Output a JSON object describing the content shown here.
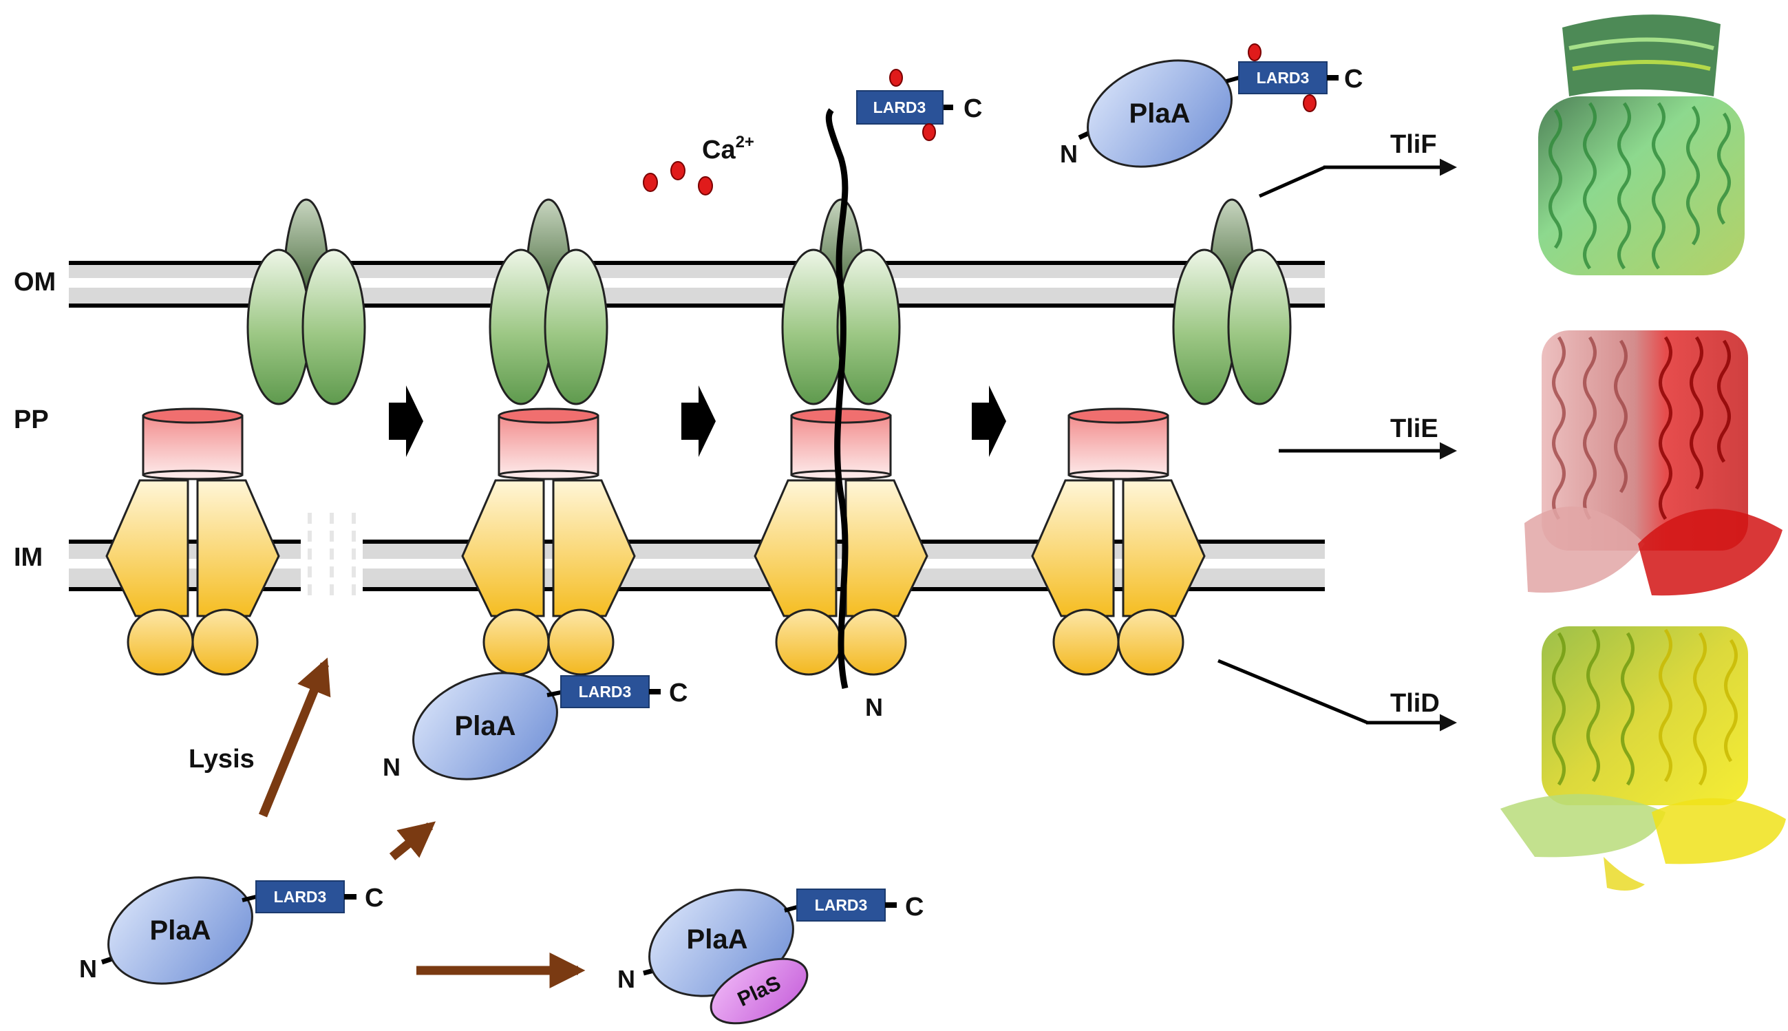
{
  "layers": {
    "om": "OM",
    "pp": "PP",
    "im": "IM"
  },
  "ion": {
    "base": "Ca",
    "sup": "2+"
  },
  "protein": {
    "name": "PlaA",
    "tag": "LARD3",
    "n": "N",
    "c": "C",
    "chaperone": "PlaS"
  },
  "labels": {
    "lysis": "Lysis",
    "tlif": "TliF",
    "tlie": "TliE",
    "tlid": "TliD"
  },
  "colors": {
    "outer_membrane_protein": "#7fb26e",
    "periplasmic_adaptor": "#f49a9a",
    "abc_transporter": "#f5c233",
    "plaa": "#8ba9e2",
    "lard3": "#2a5298",
    "plas": "#d879e6",
    "calcium": "#e01b1b",
    "pathway_arrow": "#7a3a12"
  },
  "icons": {
    "calcium": "red-dot-icon",
    "step": "block-arrow-right-icon"
  }
}
